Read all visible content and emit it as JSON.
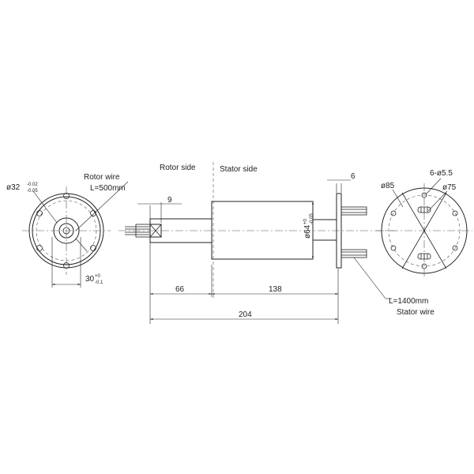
{
  "labels": {
    "rotor_wire": "Rotor wire",
    "rotor_wire_length": "L=500mm",
    "rotor_side": "Rotor side",
    "stator_side": "Stator side",
    "stator_wire": "Stator wire",
    "stator_wire_length": "L=1400mm"
  },
  "dimensions": {
    "shaft_dia": "ø32",
    "shaft_tol_upper": "-0.02",
    "shaft_tol_lower": "-0.05",
    "key_width": "30",
    "key_tol_upper": "+0",
    "key_tol_lower": "-0.1",
    "rotor_end": "9",
    "flange_thickness": "6",
    "body_dia": "ø64",
    "body_tol_upper": "+0",
    "body_tol_lower": "-0.05",
    "rotor_length": "66",
    "stator_length": "138",
    "total_length": "204",
    "hole_spec": "6-ø5.5",
    "flange_dia": "ø85",
    "pcd": "ø75"
  }
}
